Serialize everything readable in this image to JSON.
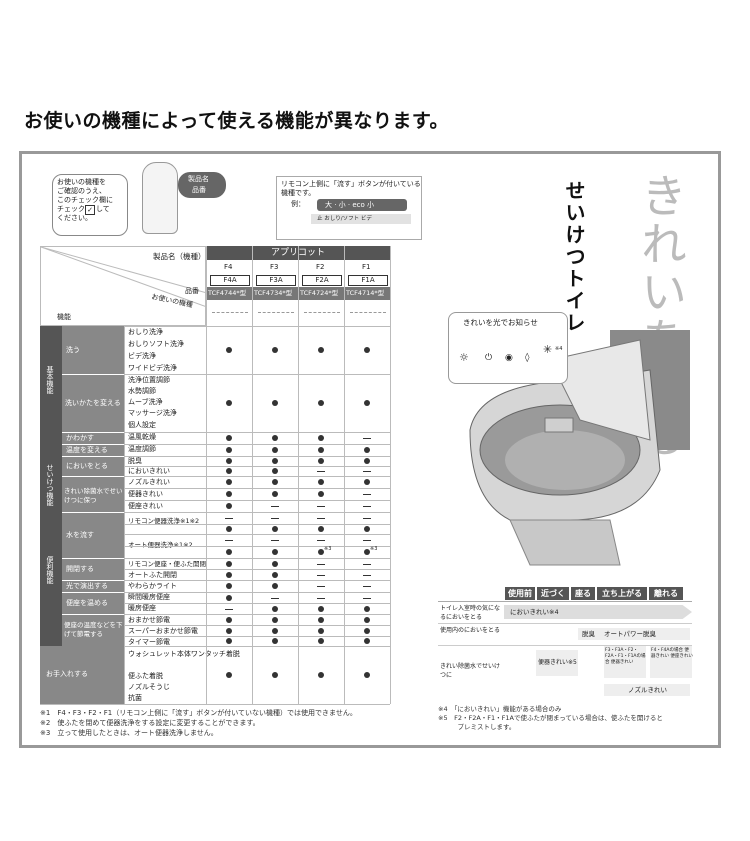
{
  "heading": "お使いの機種によって使える機能が異なります。",
  "callout_check": [
    "お使いの機種を",
    "ご確認のうえ、",
    "このチェック欄に",
    "チェック",
    "して",
    "ください。"
  ],
  "product_tag": {
    "name": "製品名",
    "number": "品番"
  },
  "remote_note": {
    "line1": "リモコン上側に「流す」ボタンが付いている",
    "line2": "機種です。",
    "example": "例：",
    "buttons": "大 · 小 · eco 小",
    "sub": "止   おしり/ソフト  ビデ"
  },
  "table_header": {
    "product_name_label": "製品名（機種）",
    "part_number_label": "品番",
    "your_model_label": "お使いの機種",
    "function_label": "機能",
    "series_name": "アプリコット",
    "models": [
      "F4",
      "F3",
      "F2",
      "F1"
    ],
    "model_codes": [
      "F4A",
      "F3A",
      "F2A",
      "F1A"
    ],
    "part_numbers": [
      "TCF4744*型",
      "TCF4734*型",
      "TCF4724*型",
      "TCF4714*型"
    ]
  },
  "categories": [
    {
      "name": "基本機能",
      "groups": [
        {
          "name": "洗う",
          "items": [
            "おしり洗浄",
            "おしりソフト洗浄",
            "ビデ洗浄",
            "ワイドビデ洗浄"
          ]
        },
        {
          "name": "洗いかたを変える",
          "items": [
            "洗浄位置調節",
            "水勢調節",
            "ムーブ洗浄",
            "マッサージ洗浄",
            "個人設定"
          ]
        },
        {
          "name": "かわかす",
          "items": [
            "温風乾燥"
          ]
        },
        {
          "name": "温度を変える",
          "items": [
            "温度調節"
          ]
        }
      ]
    },
    {
      "name": "せいけつ機能",
      "groups": [
        {
          "name": "においをとる",
          "items": [
            "脱臭",
            "においきれい"
          ]
        },
        {
          "name": "きれい除菌水でせいけつに保つ",
          "items": [
            "ノズルきれい",
            "便器きれい",
            "便座きれい"
          ]
        }
      ]
    },
    {
      "name": "便利機能",
      "groups": [
        {
          "name": "水を流す",
          "items": [
            "リモコン便器洗浄※1※2",
            "オート便器洗浄※1※2"
          ]
        },
        {
          "name": "開閉する",
          "items": [
            "リモコン便座・便ふた開閉",
            "オートふた開閉"
          ]
        },
        {
          "name": "光で演出する",
          "items": [
            "やわらかライト"
          ]
        },
        {
          "name": "便座を温める",
          "items": [
            "瞬間暖房便座",
            "暖房便座"
          ]
        },
        {
          "name": "便座の温度などを下げて節電する",
          "items": [
            "おまかせ節電",
            "スーパーおまかせ節電",
            "タイマー節電"
          ]
        }
      ]
    },
    {
      "name": "お手入れする",
      "groups": [
        {
          "name": "お手入れする",
          "items": [
            "ウォシュレット本体ワンタッチ着脱",
            "便ふた着脱",
            "ノズルそうじ",
            "抗菌"
          ]
        }
      ]
    }
  ],
  "feature_rows": [
    {
      "label": "おしり洗浄〜ワイドビデ洗浄",
      "marks": [
        "●",
        "●",
        "●",
        "●"
      ]
    },
    {
      "label": "洗浄位置調節〜個人設定",
      "marks": [
        "●",
        "●",
        "●",
        "●"
      ]
    },
    {
      "label": "温風乾燥",
      "marks": [
        "●",
        "●",
        "●",
        "−"
      ]
    },
    {
      "label": "温度調節",
      "marks": [
        "●",
        "●",
        "●",
        "●"
      ]
    },
    {
      "label": "脱臭",
      "marks": [
        "●",
        "●",
        "●",
        "●"
      ]
    },
    {
      "label": "においきれい",
      "marks": [
        "●",
        "●",
        "−",
        "−"
      ]
    },
    {
      "label": "ノズルきれい",
      "marks": [
        "●",
        "●",
        "●",
        "●"
      ]
    },
    {
      "label": "便器きれい",
      "marks": [
        "●",
        "●",
        "●",
        "−"
      ]
    },
    {
      "label": "便座きれい",
      "marks": [
        "●",
        "−",
        "−",
        "−"
      ]
    },
    {
      "label": "リモコン便器洗浄",
      "marks": [
        "−",
        "−",
        "−",
        "−"
      ]
    },
    {
      "label": "リモコン便器洗浄2",
      "marks": [
        "●",
        "●",
        "●",
        "●"
      ]
    },
    {
      "label": "オート便器洗浄",
      "marks": [
        "−",
        "−",
        "−",
        "−"
      ]
    },
    {
      "label": "オート便器洗浄2",
      "marks": [
        "●",
        "●",
        "●※3",
        "●※3"
      ]
    },
    {
      "label": "リモコン便座・便ふた開閉",
      "marks": [
        "●",
        "●",
        "−",
        "−"
      ]
    },
    {
      "label": "オートふた開閉",
      "marks": [
        "●",
        "●",
        "−",
        "−"
      ]
    },
    {
      "label": "やわらかライト",
      "marks": [
        "●",
        "●",
        "−",
        "−"
      ]
    },
    {
      "label": "瞬間暖房便座",
      "marks": [
        "●",
        "−",
        "−",
        "−"
      ]
    },
    {
      "label": "暖房便座",
      "marks": [
        "−",
        "●",
        "●",
        "●"
      ]
    },
    {
      "label": "おまかせ節電",
      "marks": [
        "●",
        "●",
        "●",
        "●"
      ]
    },
    {
      "label": "スーパーおまかせ節電",
      "marks": [
        "●",
        "●",
        "●",
        "●"
      ]
    },
    {
      "label": "タイマー節電",
      "marks": [
        "●",
        "●",
        "●",
        "●"
      ]
    },
    {
      "label": "お手入れ",
      "marks": [
        "●",
        "●",
        "●",
        "●"
      ]
    }
  ],
  "footnotes": [
    "※1　F4・F3・F2・F1（リモコン上側に「流す」ボタンが付いていない機種）では使用できません。",
    "※2　使ふたを閉めて便器洗浄をする設定に変更することができます。",
    "※3　立って使用したときは、オート便器洗浄しません。"
  ],
  "right_title": {
    "main": "きれいを守る",
    "sub": "せいけつトイレ"
  },
  "light_notice": {
    "title": "きれいを光でお知らせ",
    "note": "※4"
  },
  "flow": {
    "steps": [
      "使用前",
      "近づく",
      "座る",
      "立ち上がる",
      "離れる"
    ],
    "rows": [
      {
        "label": "トイレ入室時の気になるにおいをとる",
        "items": [
          "においきれい※4"
        ]
      },
      {
        "label": "使用内のにおいをとる",
        "items": [
          "脱臭",
          "オートパワー脱臭"
        ]
      },
      {
        "label": "きれい除菌水でせいけつに",
        "items": [
          "便器きれい※5",
          "F3・F3A・F2・F2A・F1・F1Aの場合 便器きれい",
          "F4・F4Aの場合 便器きれい 便座きれい",
          "ノズルきれい"
        ]
      }
    ]
  },
  "right_footnotes": [
    "※4　「においきれい」機能がある場合のみ",
    "※5　F2・F2A・F1・F1Aで使ふたが閉まっている場合は、使ふたを開けると",
    "　　　プレミストします。"
  ]
}
